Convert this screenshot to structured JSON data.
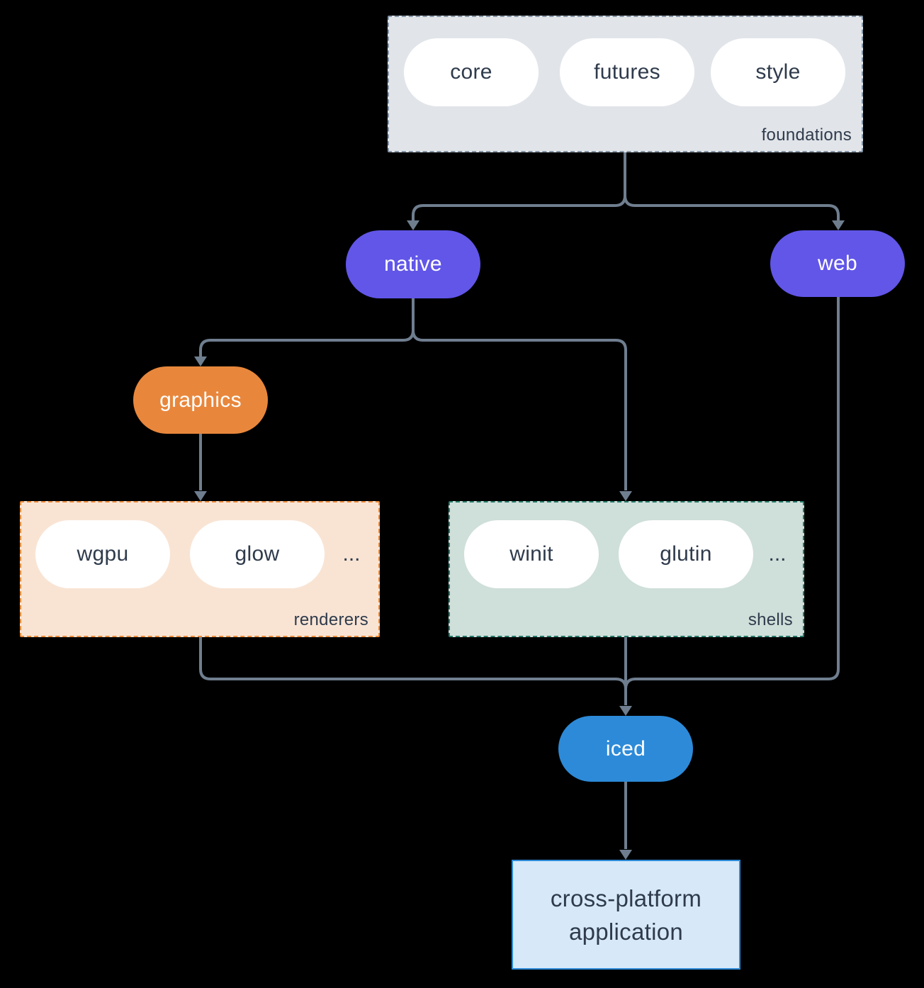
{
  "background": "#000000",
  "connector_color": "#6f7e8f",
  "pill_fill": "#ffffff",
  "pill_text_color": "#2f3b4c",
  "groups": {
    "foundations": {
      "label": "foundations",
      "pills": [
        "core",
        "futures",
        "style"
      ],
      "fill": "#e1e5e9",
      "border_color": "#8696a8",
      "border_style": "dashed"
    },
    "renderers": {
      "label": "renderers",
      "pills": [
        "wgpu",
        "glow"
      ],
      "ellipsis": "...",
      "fill": "#f9e4d4",
      "border_color": "#ec8b3a",
      "border_style": "dashed"
    },
    "shells": {
      "label": "shells",
      "pills": [
        "winit",
        "glutin"
      ],
      "ellipsis": "...",
      "fill": "#cfdfd9",
      "border_color": "#267a6a",
      "border_style": "dashed"
    }
  },
  "nodes": {
    "native": {
      "label": "native",
      "fill": "#6156e8",
      "text_color": "#ffffff"
    },
    "web": {
      "label": "web",
      "fill": "#6156e8",
      "text_color": "#ffffff"
    },
    "graphics": {
      "label": "graphics",
      "fill": "#e8873c",
      "text_color": "#ffffff"
    },
    "iced": {
      "label": "iced",
      "fill": "#2d8ad8",
      "text_color": "#ffffff"
    },
    "application": {
      "label_lines": [
        "cross-platform",
        "application"
      ],
      "fill": "#d7e9f8",
      "border_color": "#2d8ad8",
      "text_color": "#2f3b4c"
    }
  },
  "edges": [
    "foundations -> native",
    "foundations -> web",
    "native -> graphics",
    "native -> shells",
    "graphics -> renderers",
    "renderers -> iced",
    "shells -> iced",
    "web -> iced",
    "iced -> application"
  ]
}
